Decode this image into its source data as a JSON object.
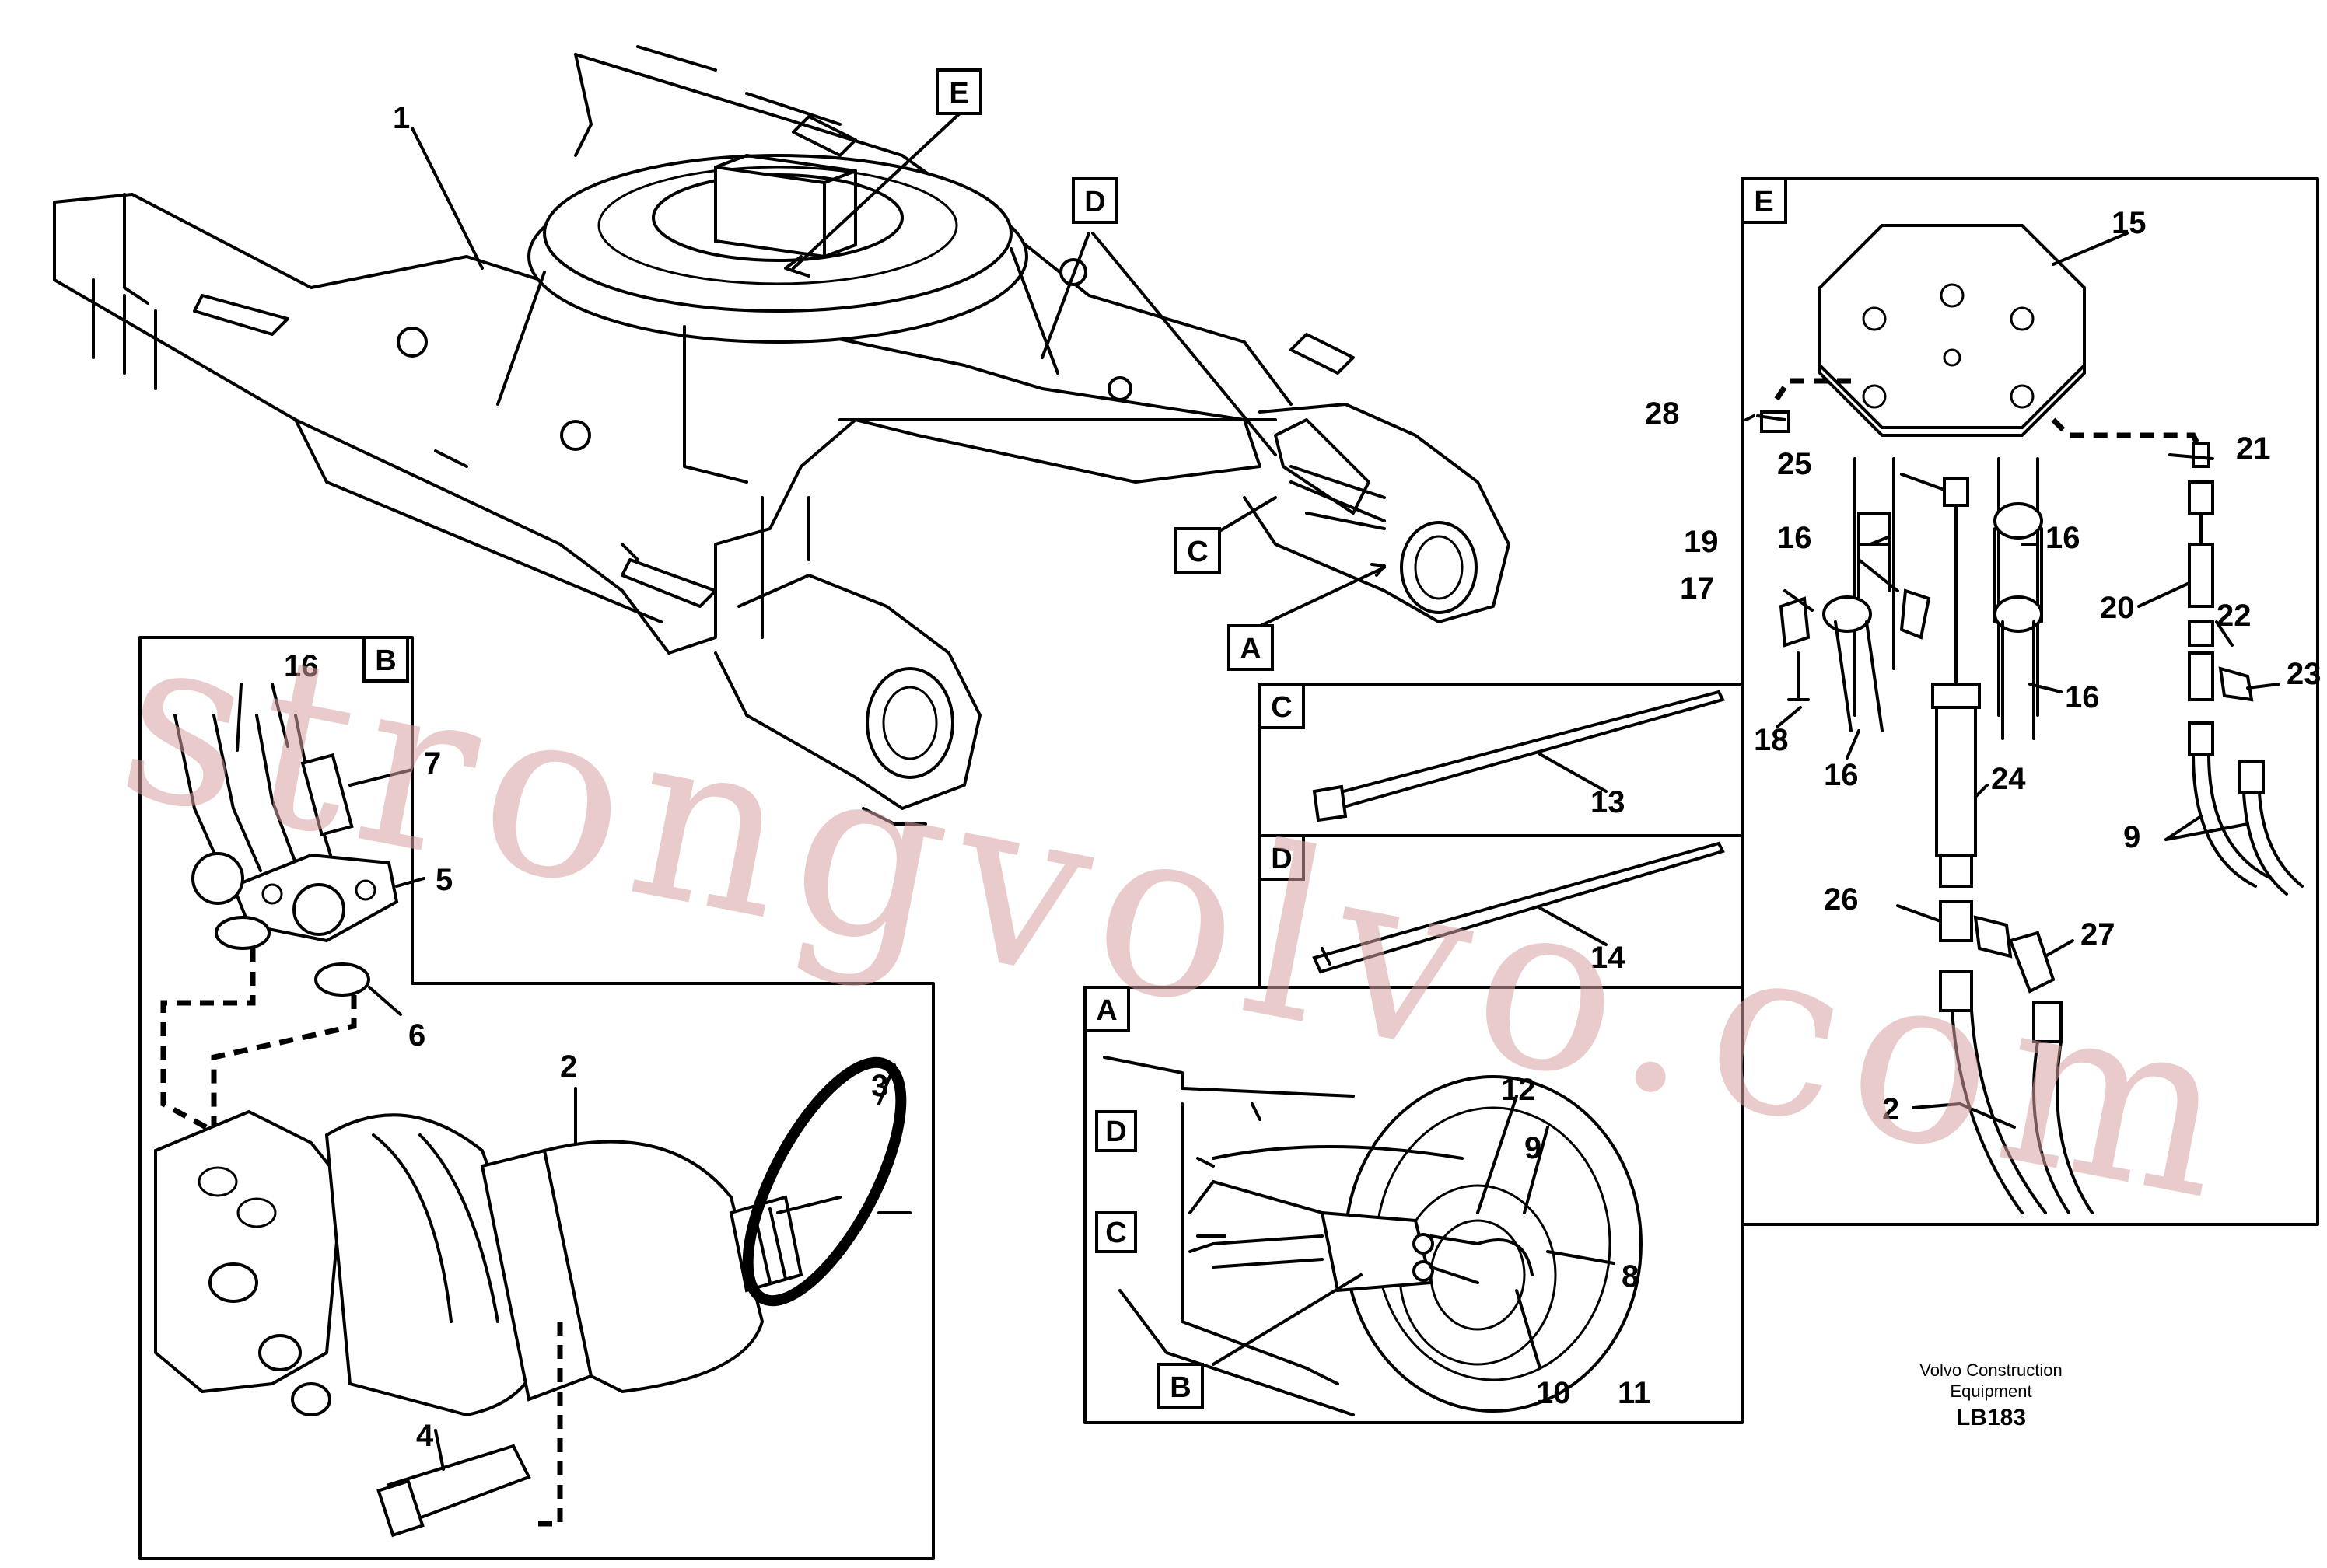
{
  "diagram": {
    "callouts": {
      "n1": "1",
      "n2": "2",
      "n2b": "2",
      "n3": "3",
      "n4": "4",
      "n5": "5",
      "n6": "6",
      "n7": "7",
      "n8": "8",
      "n9": "9",
      "n9b": "9",
      "n10": "10",
      "n11": "11",
      "n12": "12",
      "n13": "13",
      "n14": "14",
      "n15": "15",
      "n16a": "16",
      "n16b": "16",
      "n16c": "16",
      "n16d": "16",
      "n16e": "16",
      "n17": "17",
      "n18": "18",
      "n19": "19",
      "n20": "20",
      "n21": "21",
      "n22": "22",
      "n23": "23",
      "n24": "24",
      "n25": "25",
      "n26": "26",
      "n27": "27",
      "n28": "28"
    },
    "view_labels": {
      "E_main": "E",
      "D_main": "D",
      "C_main": "C",
      "A_main": "A",
      "B_panel": "B",
      "C_panel": "C",
      "D_panel": "D",
      "E_panel": "E",
      "A_panel": "A",
      "D_inset": "D",
      "C_inset": "C",
      "B_inset": "B"
    },
    "caption": {
      "line1": "Volvo Construction",
      "line2": "Equipment",
      "code": "LB183"
    },
    "watermark": "strongvolvo.com"
  }
}
